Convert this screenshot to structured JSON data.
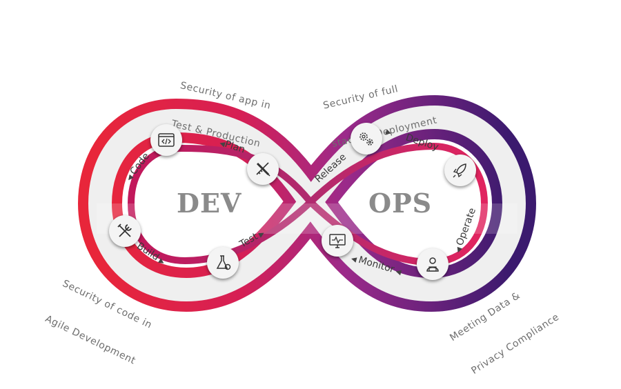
{
  "annotations": {
    "test_production": [
      "Security of app in",
      "Test & Production"
    ],
    "deployment": [
      "Security of full",
      "stack in Deployment"
    ],
    "agile": [
      "Security of code in",
      "Agile Development"
    ],
    "compliance": [
      "Meeting Data &",
      "Privacy Compliance"
    ]
  },
  "center": {
    "dev": "DEV",
    "ops": "OPS"
  },
  "stages": {
    "code": "Code",
    "plan": "Plan",
    "build": "Build",
    "test": "Test",
    "release": "Release",
    "deploy": "Deploy",
    "operate": "Operate",
    "monitor": "Monitor"
  },
  "colors": {
    "dev_red": "#e8263a",
    "dev_magenta": "#c2185b",
    "ops_purple": "#7a2a8c",
    "ops_dark": "#3b1a6e",
    "track": "#ececec"
  },
  "icons": {
    "code": "code-window-icon",
    "plan": "ruler-pencil-icon",
    "build": "wrench-screwdriver-icon",
    "test": "flask-gear-icon",
    "release": "gears-icon",
    "deploy": "rocket-icon",
    "operate": "operator-person-icon",
    "monitor": "monitor-pulse-icon"
  }
}
